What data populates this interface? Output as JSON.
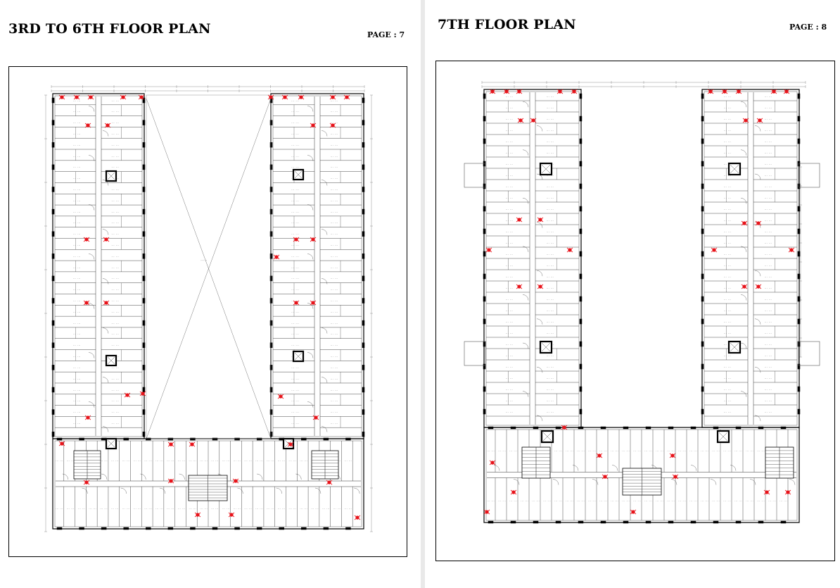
{
  "pages": [
    {
      "title": "3RD TO 6TH FLOOR PLAN",
      "page_label": "PAGE : 7"
    },
    {
      "title": "7TH FLOOR PLAN",
      "page_label": "PAGE : 8"
    }
  ],
  "colors": {
    "line": "#333333",
    "wall": "#000000",
    "marker": "#e8141b",
    "background": "#ffffff",
    "gutter": "#e9e9e9"
  },
  "plan_icons": [
    "staircase-icon",
    "lift-icon",
    "door-swing-icon",
    "column-icon"
  ]
}
